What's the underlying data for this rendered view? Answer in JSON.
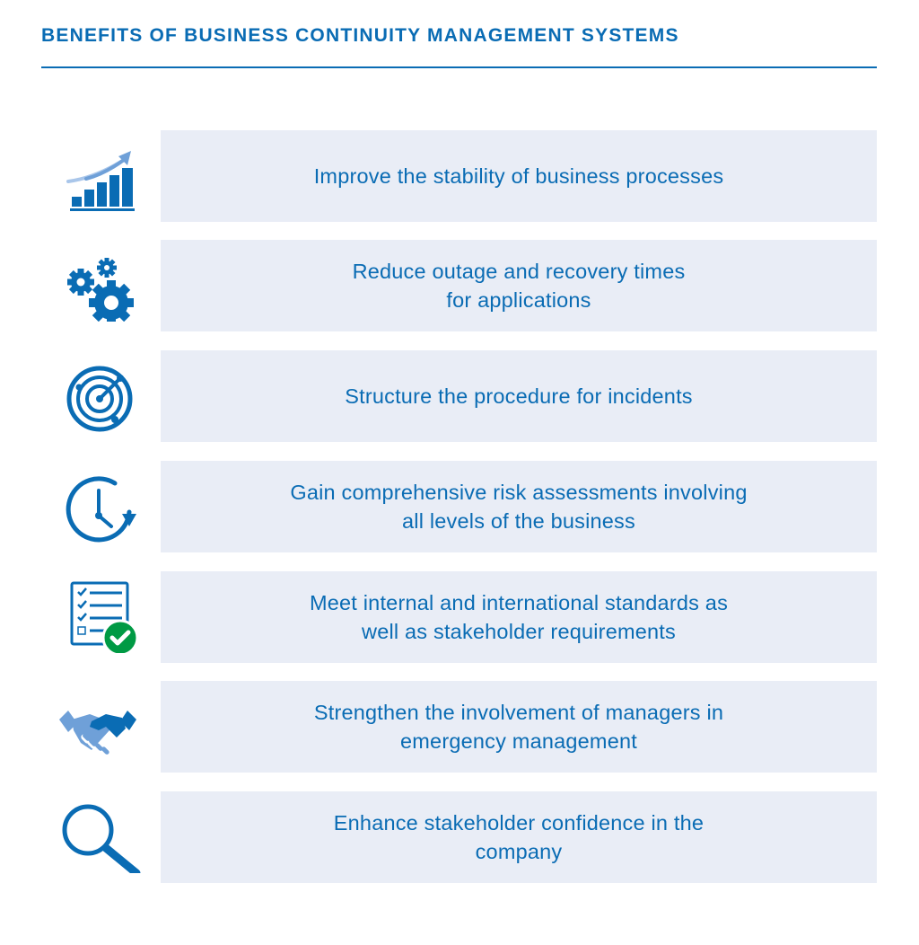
{
  "title": "BENEFITS OF BUSINESS CONTINUITY MANAGEMENT SYSTEMS",
  "colors": {
    "primary": "#0a6cb4",
    "light_blue": "#6fa0d8",
    "panel": "#e9edf6",
    "check_green": "#009a44"
  },
  "benefits": [
    {
      "icon": "growth-chart-icon",
      "lines": [
        "Improve the stability of business processes"
      ]
    },
    {
      "icon": "gears-icon",
      "lines": [
        "Reduce outage and recovery times",
        "for applications"
      ]
    },
    {
      "icon": "radar-icon",
      "lines": [
        "Structure the procedure for incidents"
      ]
    },
    {
      "icon": "clock-icon",
      "lines": [
        "Gain comprehensive risk assessments involving",
        "all levels of the business"
      ]
    },
    {
      "icon": "checklist-icon",
      "lines": [
        "Meet internal and international standards as",
        "well as stakeholder requirements"
      ]
    },
    {
      "icon": "handshake-icon",
      "lines": [
        "Strengthen the involvement of managers in",
        "emergency management"
      ]
    },
    {
      "icon": "magnifier-icon",
      "lines": [
        "Enhance stakeholder confidence in the",
        "company"
      ]
    }
  ]
}
